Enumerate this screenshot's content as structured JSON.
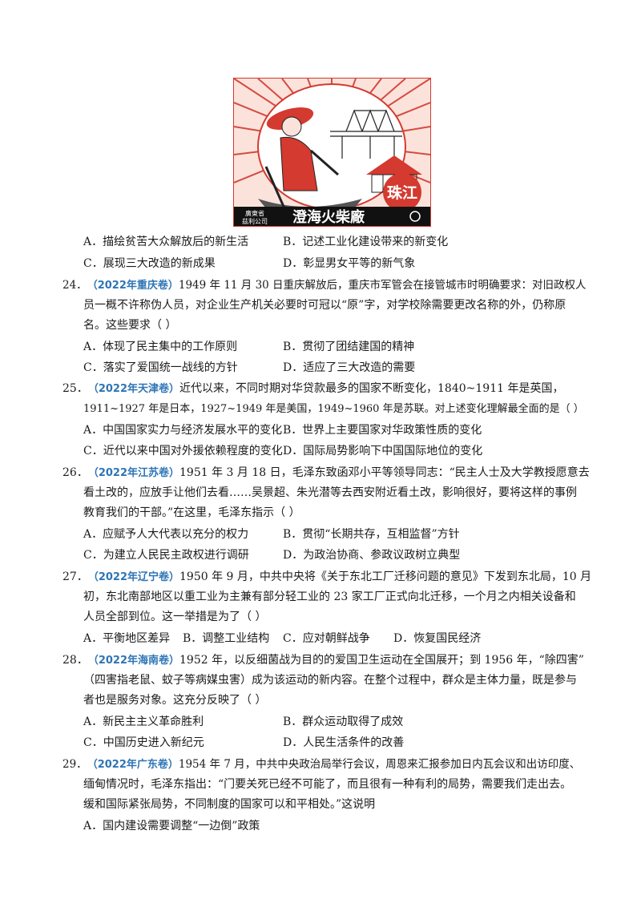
{
  "image": {
    "label_text_small_top": "廣東省",
    "label_text_small_bottom": "茲利公司",
    "label_text_main": "澄海火柴廠",
    "label_brand": "珠江",
    "brand_color": "#d43a2f"
  },
  "q23": {
    "options": [
      "A．描绘贫苦大众解放后的新生活",
      "B．记述工业化建设带来的新变化",
      "C．展现三大改造的新成果",
      "D．彰显男女平等的新气象"
    ]
  },
  "q24": {
    "number": "24．",
    "source": "（2022年重庆卷）",
    "lines": [
      "1949 年 11 月 30 日重庆解放后，重庆市军管会在接管城市时明确要求：对旧政权人",
      "员一概不许称伪人员，对企业生产机关必要时可冠以“原”字，对学校除需要更改名称的外，仍称原",
      "名。这些要求（    ）"
    ],
    "options": [
      "A．体现了民主集中的工作原则",
      "B．贯彻了团结建国的精神",
      "C．落实了爱国统一战线的方针",
      "D．适应了三大改造的需要"
    ]
  },
  "q25": {
    "number": "25．",
    "source": "（2022年天津卷）",
    "lines": [
      "近代以来，不同时期对华贷款最多的国家不断变化，1840~1911 年是英国，",
      "1911~1927 年是日本，1927~1949 年是美国，1949~1960 年是苏联。对上述变化理解最全面的是（    ）"
    ],
    "options": [
      "A．中国国家实力与经济发展水平的变化",
      "B．世界上主要国家对华政策性质的变化",
      "C．近代以来中国对外援依赖程度的变化",
      "D．国际局势影响下中国国际地位的变化"
    ]
  },
  "q26": {
    "number": "26．",
    "source": "（2022年江苏卷）",
    "lines": [
      "1951 年 3 月 18 日，毛泽东致函邓小平等领导同志：“民主人士及大学教授愿意去",
      "看土改的，应放手让他们去看……吴景超、朱光潜等去西安附近看土改，影响很好，要将这样的事例",
      "教育我们的干部。”在这里，毛泽东指示（    ）"
    ],
    "options": [
      "A．应赋予人大代表以充分的权力",
      "B．贯彻“长期共存，互相监督”方针",
      "C．为建立人民民主政权进行调研",
      "D．为政治协商、参政议政树立典型"
    ]
  },
  "q27": {
    "number": "27．",
    "source": "（2022年辽宁卷）",
    "lines": [
      "1950 年 9 月，中共中央将《关于东北工厂迁移问题的意见》下发到东北局，10 月",
      "初，东北南部地区以重工业为主兼有部分轻工业的 23 家工厂正式向北迁移，一个月之内相关设备和",
      "人员全部到位。这一举措是为了（    ）"
    ],
    "options": [
      "A．平衡地区差异",
      "B．调整工业结构",
      "C．应对朝鲜战争",
      "D．恢复国民经济"
    ]
  },
  "q28": {
    "number": "28．",
    "source": "（2022年海南卷）",
    "lines": [
      "1952 年，以反细菌战为目的的爱国卫生运动在全国展开；到 1956 年，“除四害”",
      "（四害指老鼠、蚊子等病媒虫害）成为该运动的新内容。在整个过程中，群众是主体力量，既是参与",
      "者也是服务对象。这充分反映了（    ）"
    ],
    "options": [
      "A．新民主主义革命胜利",
      "B．群众运动取得了成效",
      "C．中国历史进入新纪元",
      "D．人民生活条件的改善"
    ]
  },
  "q29": {
    "number": "29．",
    "source": "（2022年广东卷）",
    "lines": [
      "1954 年 7 月，中共中央政治局举行会议，周恩来汇报参加日内瓦会议和出访印度、",
      "缅甸情况时，毛泽东指出：“门要关死已经不可能了，而且很有一种有利的局势，需要我们走出去。",
      "缓和国际紧张局势，不同制度的国家可以和平相处。”这说明"
    ],
    "options": [
      "A．国内建设需要调整“一边倒”政策"
    ]
  }
}
